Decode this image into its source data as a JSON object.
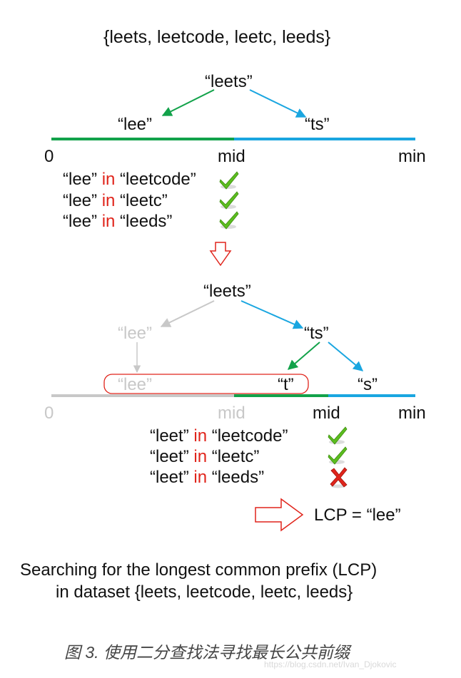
{
  "dataset_title": "{leets, leetcode, leetc, leeds}",
  "colors": {
    "green": "#12a24a",
    "blue": "#1aa6e0",
    "grey": "#c8c8c8",
    "red": "#e0241b",
    "check": "#5cbd1f"
  },
  "step1": {
    "root": "“leets”",
    "left": "“lee”",
    "right": "“ts”",
    "axis": {
      "start": "0",
      "mid": "mid",
      "end": "min"
    },
    "checks": [
      {
        "a": "“lee”",
        "op": "in",
        "b": "“leetcode”",
        "result": "check-icon"
      },
      {
        "a": "“lee”",
        "op": "in",
        "b": "“leetc”",
        "result": "check-icon"
      },
      {
        "a": "“lee”",
        "op": "in",
        "b": "“leeds”",
        "result": "check-icon"
      }
    ]
  },
  "step2": {
    "root": "“leets”",
    "left": "“lee”",
    "right": "“ts”",
    "box_left": "“lee”",
    "box_right": "“t”",
    "leaf_right": "“s”",
    "axis": {
      "start": "0",
      "old_mid": "mid",
      "mid": "mid",
      "end": "min"
    },
    "checks": [
      {
        "a": "“leet”",
        "op": "in",
        "b": "“leetcode”",
        "result": "check-icon"
      },
      {
        "a": "“leet”",
        "op": "in",
        "b": "“leetc”",
        "result": "check-icon"
      },
      {
        "a": "“leet”",
        "op": "in",
        "b": "“leeds”",
        "result": "cross-icon"
      }
    ]
  },
  "result": "LCP = “lee”",
  "description_line1": "Searching for the longest common prefix (LCP)",
  "description_line2": "in dataset {leets, leetcode, leetc, leeds}",
  "caption": "图 3. 使用二分查找法寻找最长公共前缀",
  "watermark": "https://blog.csdn.net/Ivan_Djokovic"
}
